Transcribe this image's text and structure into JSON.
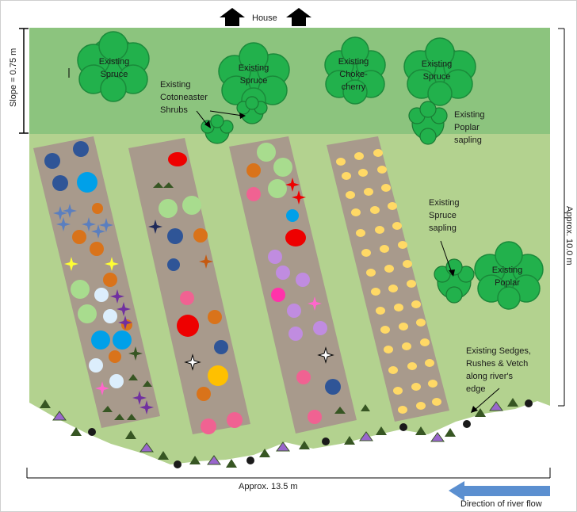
{
  "labels": {
    "house": "House",
    "slope": "Slope = 0.75 m",
    "width": "Approx. 13.5 m",
    "length": "Approx. 10.0 m",
    "river_flow": "Direction of river flow"
  },
  "trees": [
    {
      "line1": "Existing",
      "line2": "Spruce",
      "line3": ""
    },
    {
      "line1": "Existing",
      "line2": "Spruce",
      "line3": ""
    },
    {
      "line1": "Existing",
      "line2": "Choke-",
      "line3": "cherry"
    },
    {
      "line1": "Existing",
      "line2": "Spruce",
      "line3": ""
    },
    {
      "line1": "Existing",
      "line2": "Poplar",
      "line3": ""
    }
  ],
  "annotations": {
    "cotoneaster": [
      "Existing",
      "Cotoneaster",
      "Shrubs"
    ],
    "poplar_sapling": [
      "Existing",
      "Poplar",
      "sapling"
    ],
    "spruce_sapling": [
      "Existing",
      "Spruce",
      "sapling"
    ],
    "sedges": [
      "Existing Sedges,",
      "Rushes & Vetch",
      "along river's",
      "edge"
    ]
  },
  "colors": {
    "slope_band": "#8cc47e",
    "lawn": "#b3d28f",
    "bed": "#a89a8c",
    "tree": "#22b14c",
    "tree_outline": "#1a8a3a",
    "river_arrow": "#5b8fd0"
  },
  "icons": [
    "house-arrow-icon",
    "river-flow-arrow-icon",
    "tree-canopy-icon",
    "shrub-icon",
    "flower-dot-icon",
    "star-flower-icon",
    "sedge-triangle-icon",
    "vetch-dot-icon"
  ]
}
